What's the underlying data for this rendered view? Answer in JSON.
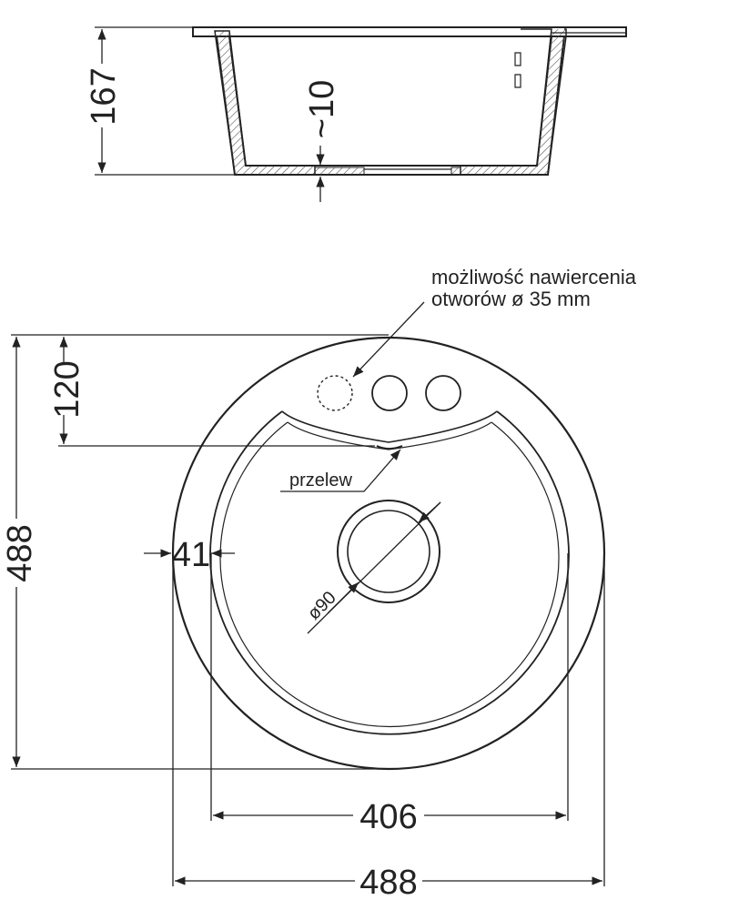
{
  "side_view": {
    "height_label": "167",
    "thickness_label": "~10"
  },
  "top_view": {
    "drill_note_line1": "możliwość nawiercenia",
    "drill_note_line2": "otworów ø 35 mm",
    "ledge_depth_label": "120",
    "overflow_label": "przelew",
    "rim_width_label": "41",
    "drain_label": "ø90",
    "bowl_diameter_label": "406",
    "outer_diameter_label": "488",
    "total_height_label": "488"
  },
  "colors": {
    "line": "#222222",
    "hatch": "#555555"
  }
}
